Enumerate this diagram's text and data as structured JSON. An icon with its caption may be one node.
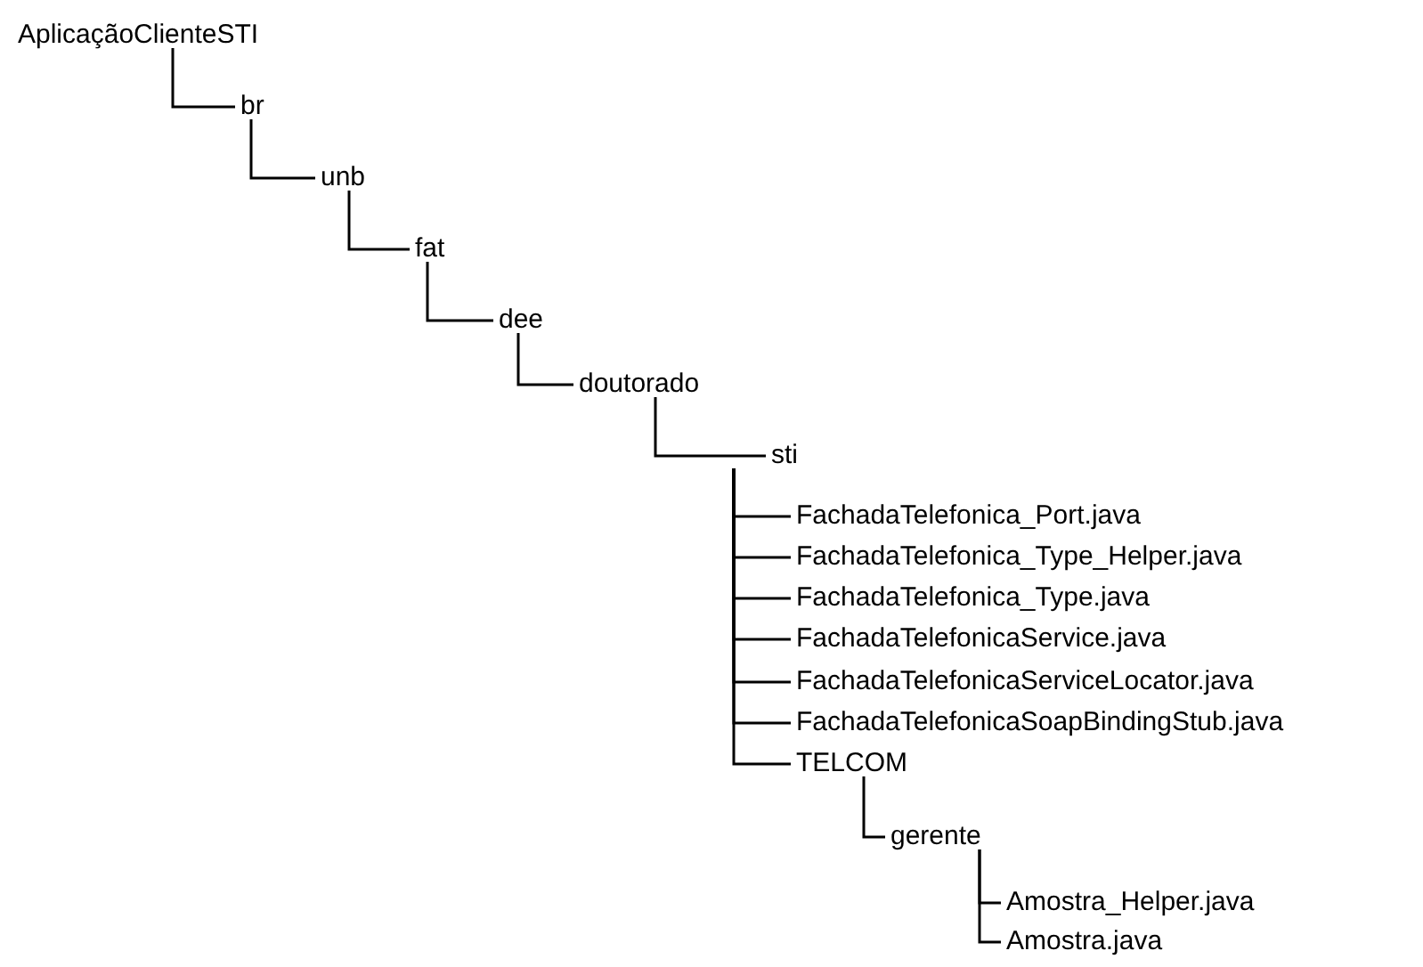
{
  "diagram": {
    "nodes": [
      {
        "text": [
          "AplicaçãoClienteSTI"
        ]
      },
      {
        "text": [
          "br"
        ]
      },
      {
        "text": [
          "unb"
        ]
      },
      {
        "text": [
          "fat"
        ]
      },
      {
        "text": [
          "dee"
        ]
      },
      {
        "text": [
          "doutorado"
        ]
      },
      {
        "text": [
          "sti"
        ]
      },
      {
        "text": [
          "FachadaTelefonica_Port.java"
        ]
      },
      {
        "text": [
          "FachadaTelefonica_Type_Helper.java"
        ]
      },
      {
        "text": [
          "FachadaTelefonica_Type.java"
        ]
      },
      {
        "text": [
          "FachadaTelefonicaService.java"
        ]
      },
      {
        "text": [
          "FachadaTelefonicaServiceLocator.java"
        ]
      },
      {
        "text": [
          "FachadaTelefonicaSoapBindingStub.java"
        ]
      },
      {
        "text": [
          "TELCOM"
        ]
      },
      {
        "text": [
          "gerente"
        ]
      },
      {
        "text": [
          "Amostra_Helper.java"
        ]
      },
      {
        "text": [
          "Amostra.java"
        ]
      }
    ],
    "edges": [
      {
        "from": 0,
        "to": 1,
        "arrow": "none"
      },
      {
        "from": 1,
        "to": 2,
        "arrow": "none"
      },
      {
        "from": 2,
        "to": 3,
        "arrow": "none"
      },
      {
        "from": 3,
        "to": 4,
        "arrow": "none"
      },
      {
        "from": 4,
        "to": 5,
        "arrow": "none"
      },
      {
        "from": 5,
        "to": 6,
        "arrow": "none"
      },
      {
        "from": 6,
        "to": 7,
        "arrow": "none"
      },
      {
        "from": 6,
        "to": 8,
        "arrow": "none"
      },
      {
        "from": 6,
        "to": 9,
        "arrow": "none"
      },
      {
        "from": 6,
        "to": 10,
        "arrow": "none"
      },
      {
        "from": 6,
        "to": 11,
        "arrow": "none"
      },
      {
        "from": 6,
        "to": 12,
        "arrow": "none"
      },
      {
        "from": 6,
        "to": 13,
        "arrow": "none"
      },
      {
        "from": 13,
        "to": 14,
        "arrow": "none"
      },
      {
        "from": 14,
        "to": 15,
        "arrow": "none"
      },
      {
        "from": 14,
        "to": 16,
        "arrow": "none"
      }
    ]
  }
}
